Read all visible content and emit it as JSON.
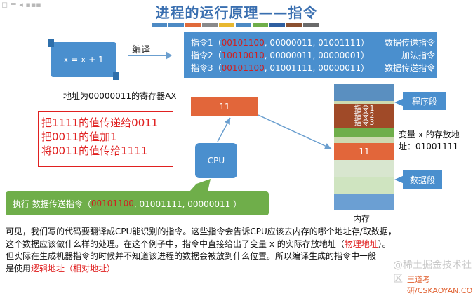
{
  "corner_text": "◻ ≡ ◂ ▪▪▪",
  "title": "进程的运行原理——指令",
  "title_bar_colors": [
    "#4d8ac4",
    "#4d8ac4",
    "#e06a3a",
    "#8a8a8a",
    "#e8b830",
    "#4d8ac4",
    "#6fae4a",
    "#2e5fa0",
    "#8a5030",
    "#6a6a6a"
  ],
  "source_code": "x = x + 1",
  "compile_label": "编译",
  "instructions": [
    {
      "name": "指令1",
      "open": "（",
      "code": "00101100",
      "operands": ", 00000011, 01001111",
      "close": "）",
      "desc": "数据传送指令"
    },
    {
      "name": "指令2",
      "open": "（",
      "code": "10010010",
      "operands": ", 00000011, 00000001",
      "close": "）",
      "desc": "加法指令"
    },
    {
      "name": "指令3",
      "open": "（",
      "code": "00101100",
      "operands": ", 01001111, 00000011",
      "close": "）",
      "desc": "数据传送指令"
    }
  ],
  "register_label": "地址为00000011的寄存器AX",
  "register_value": "11",
  "steps": [
    "把1111的值传递给0011",
    "把0011的值加1",
    "将0011的值传给1111"
  ],
  "cpu_label": "CPU",
  "exec_prefix": "执行 数据传送指令（ ",
  "exec_code": "00101100",
  "exec_rest": ", 01001111, 00000011 ）",
  "memory": {
    "program_segment": "程序段",
    "instr_lines": [
      "指令1",
      "指令2",
      "指令3"
    ],
    "var_value": "11",
    "data_segment": "数据段",
    "label": "内存",
    "var_label_line1": "变量 x 的存放地",
    "var_label_line2": "址：01001111"
  },
  "paragraph": {
    "p1": "可见，我们写的代码要翻译成CPU能识别的指令。这些指令会告诉CPU应该去内存的哪个地址存/取数据，",
    "p2a": "这个数据应该做什么样的处理。在这个例子中，指令中直接给出了变量 x 的实际存放地址（",
    "p2b": "物理地址",
    "p2c": "）。",
    "p3": "但实际在生成机器指令的时候并不知道该进程的数据会被放到什么位置。所以编译生成的指令中一般",
    "p4a": "是使用",
    "p4b": "逻辑地址（相对地址）"
  },
  "watermark": "@稀土掘金技术社区",
  "brand": "王道考研/CSKAOYAN.COM"
}
